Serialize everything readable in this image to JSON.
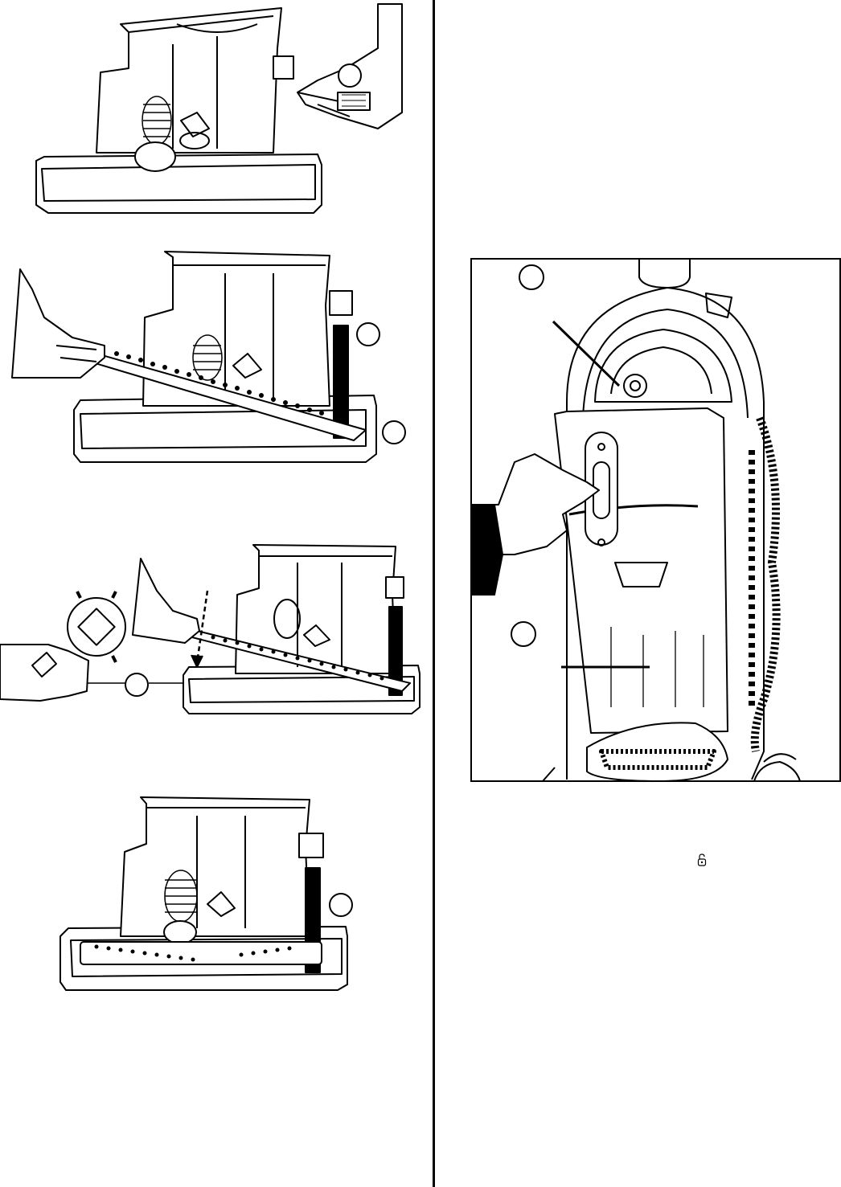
{
  "page": {
    "background": "#ffffff",
    "ink": "#000000"
  },
  "left_column": {
    "figures": [
      {
        "id": "fig-belt-removal",
        "callouts": 1
      },
      {
        "id": "fig-brushroll-lift",
        "callouts": 2
      },
      {
        "id": "fig-brushroll-insert",
        "callouts": 1
      },
      {
        "id": "fig-brushroll-seated",
        "callouts": 1
      }
    ]
  },
  "right_column": {
    "figure": {
      "id": "fig-upright-canister",
      "callouts": 2
    },
    "lock_icon": "unlock-icon"
  }
}
